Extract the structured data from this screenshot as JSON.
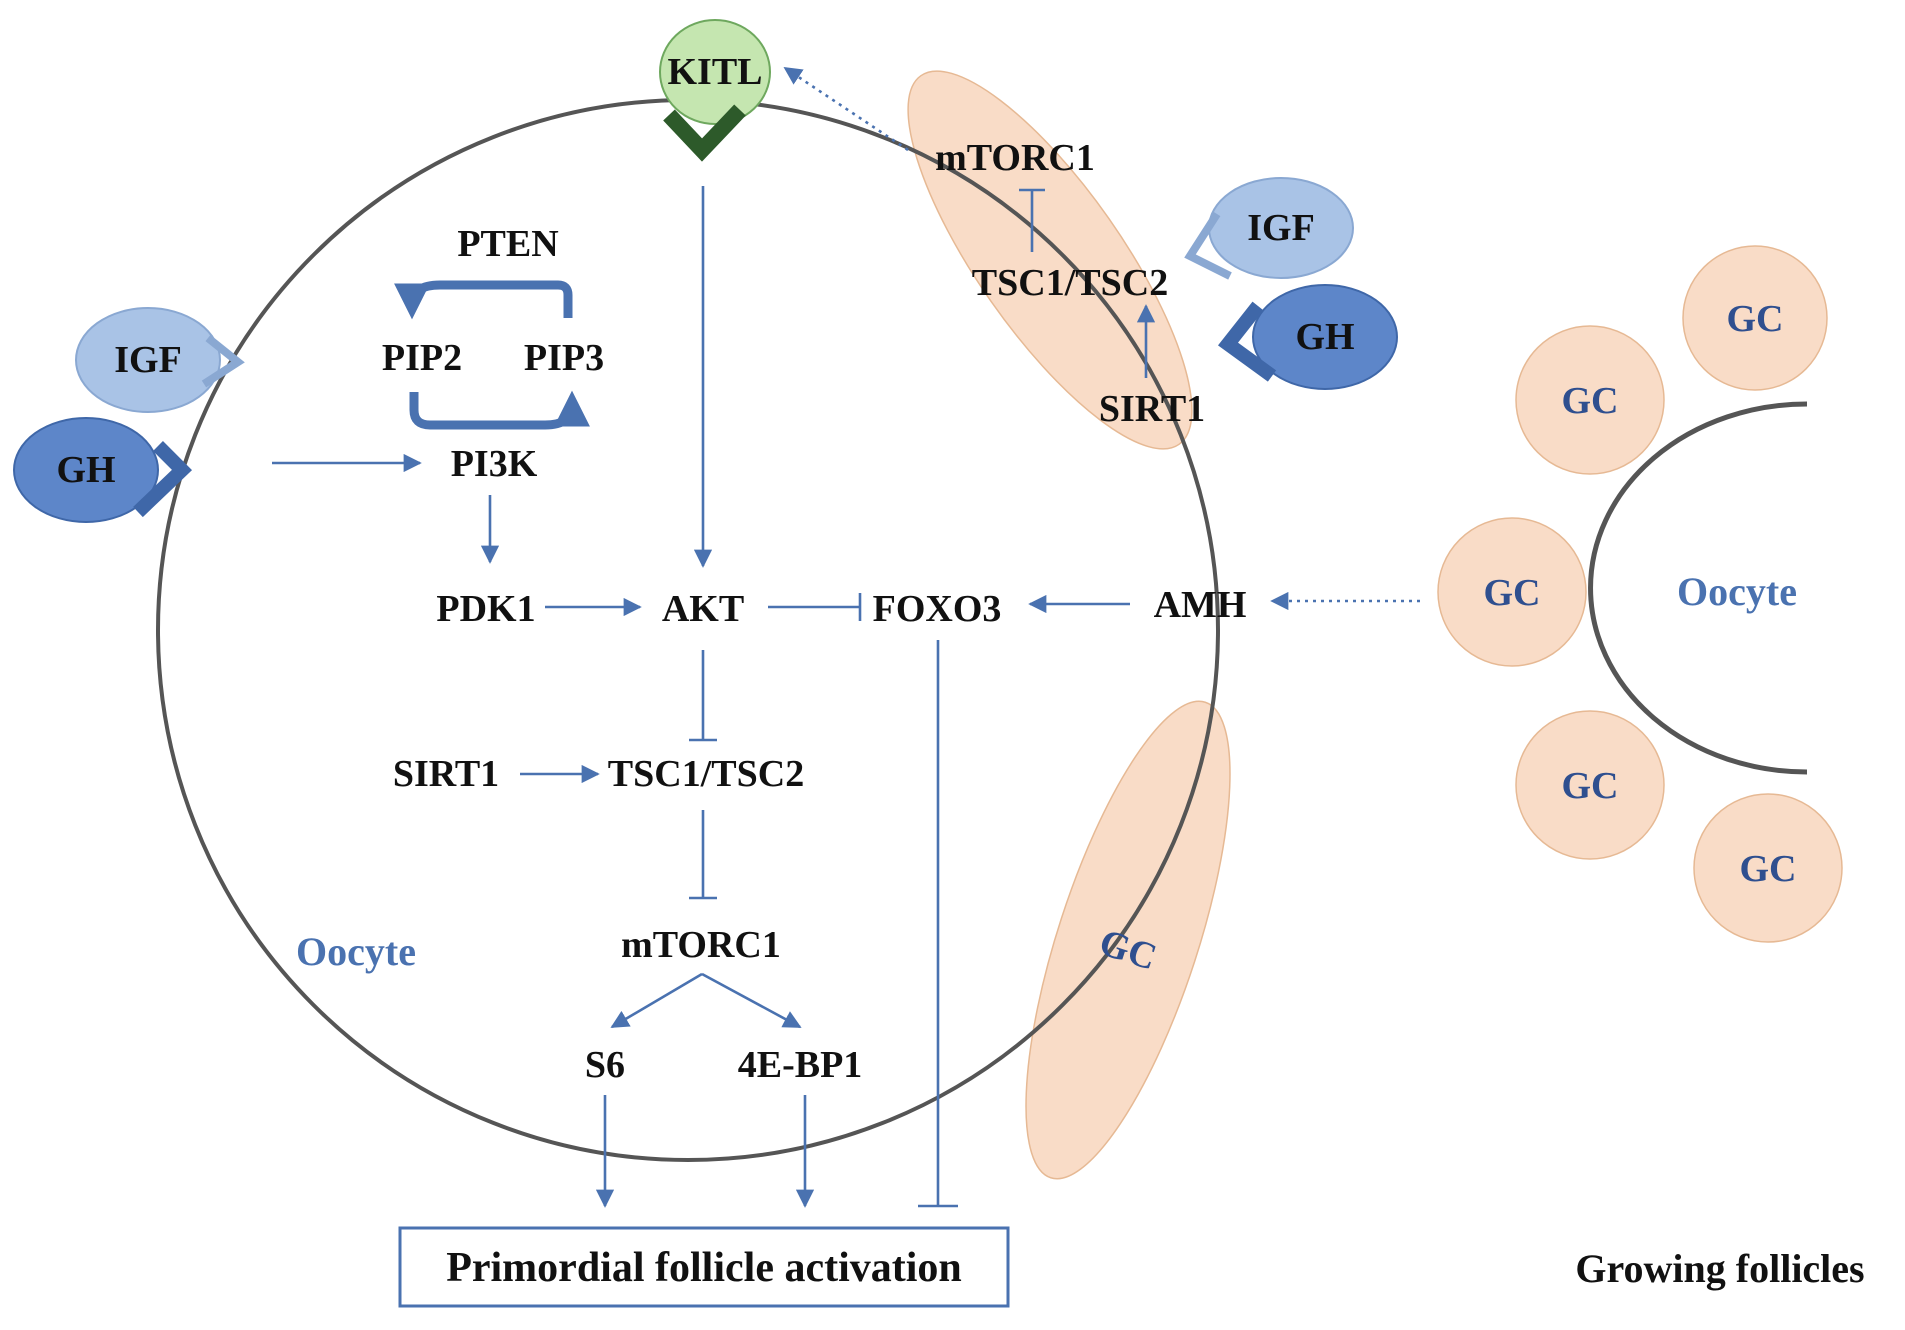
{
  "diagram": {
    "extracellular": {
      "kitl": "KITL",
      "igf_left": "IGF",
      "gh_left": "GH"
    },
    "oocyte_pathway": {
      "pten": "PTEN",
      "pip2": "PIP2",
      "pip3": "PIP3",
      "pi3k": "PI3K",
      "pdk1": "PDK1",
      "akt": "AKT",
      "foxo3": "FOXO3",
      "sirt1": "SIRT1",
      "tsc": "TSC1/TSC2",
      "mtorc1": "mTORC1",
      "s6": "S6",
      "ebp1": "4E-BP1",
      "oocyte_label": "Oocyte"
    },
    "granulosa_cell": {
      "mtorc1": "mTORC1",
      "tsc": "TSC1/TSC2",
      "sirt1": "SIRT1",
      "igf": "IGF",
      "gh": "GH",
      "gc_label": "GC"
    },
    "growing_follicle": {
      "amh": "AMH",
      "gc_labels": [
        "GC",
        "GC",
        "GC",
        "GC",
        "GC"
      ],
      "oocyte_label": "Oocyte",
      "caption": "Growing follicles"
    },
    "outcome": "Primordial follicle activation"
  },
  "colors": {
    "arrow": "#4a72b0",
    "oocyte_outline": "#555555",
    "granulosa_fill": "#f9dcc7",
    "igf_fill": "#a9c3e6",
    "gh_fill": "#5d86c9",
    "kitl_fill": "#c5e6b0",
    "receptor_dark_green": "#2d5a2a"
  }
}
